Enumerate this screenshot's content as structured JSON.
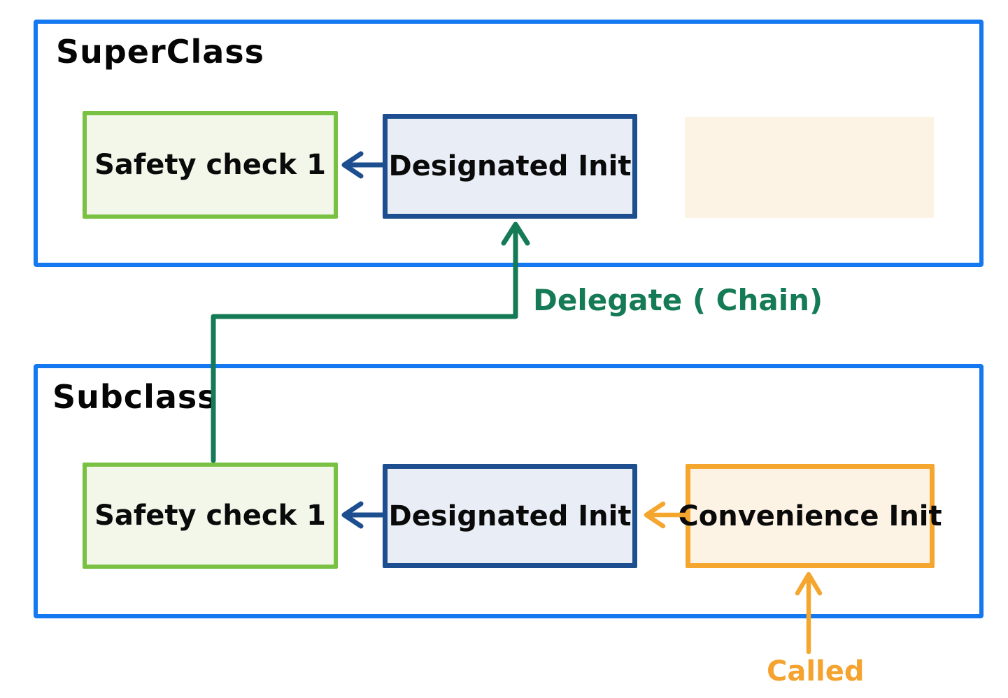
{
  "diagram": {
    "superclass": {
      "title": "SuperClass",
      "safety_box_label": "Safety check 1",
      "designated_box_label": "Designated Init",
      "placeholder_box_label": ""
    },
    "subclass": {
      "title": "Subclass",
      "safety_box_label": "Safety check 1",
      "designated_box_label": "Designated Init",
      "convenience_box_label": "Convenience Init"
    },
    "annotations": {
      "delegate_chain": "Delegate ( Chain)",
      "called": "Called"
    },
    "colors": {
      "container_border_blue": "#1478f0",
      "safety_border_green": "#79c142",
      "safety_fill_green": "#f2f7ea",
      "designated_border_navy": "#1d4e8f",
      "designated_fill_blue": "#e9eef6",
      "convenience_border_orange": "#f5a62f",
      "convenience_fill_peach": "#fdf3e5",
      "delegate_arrow_teal": "#157a56",
      "called_arrow_orange": "#f5a32e",
      "text_black": "#050505"
    }
  }
}
